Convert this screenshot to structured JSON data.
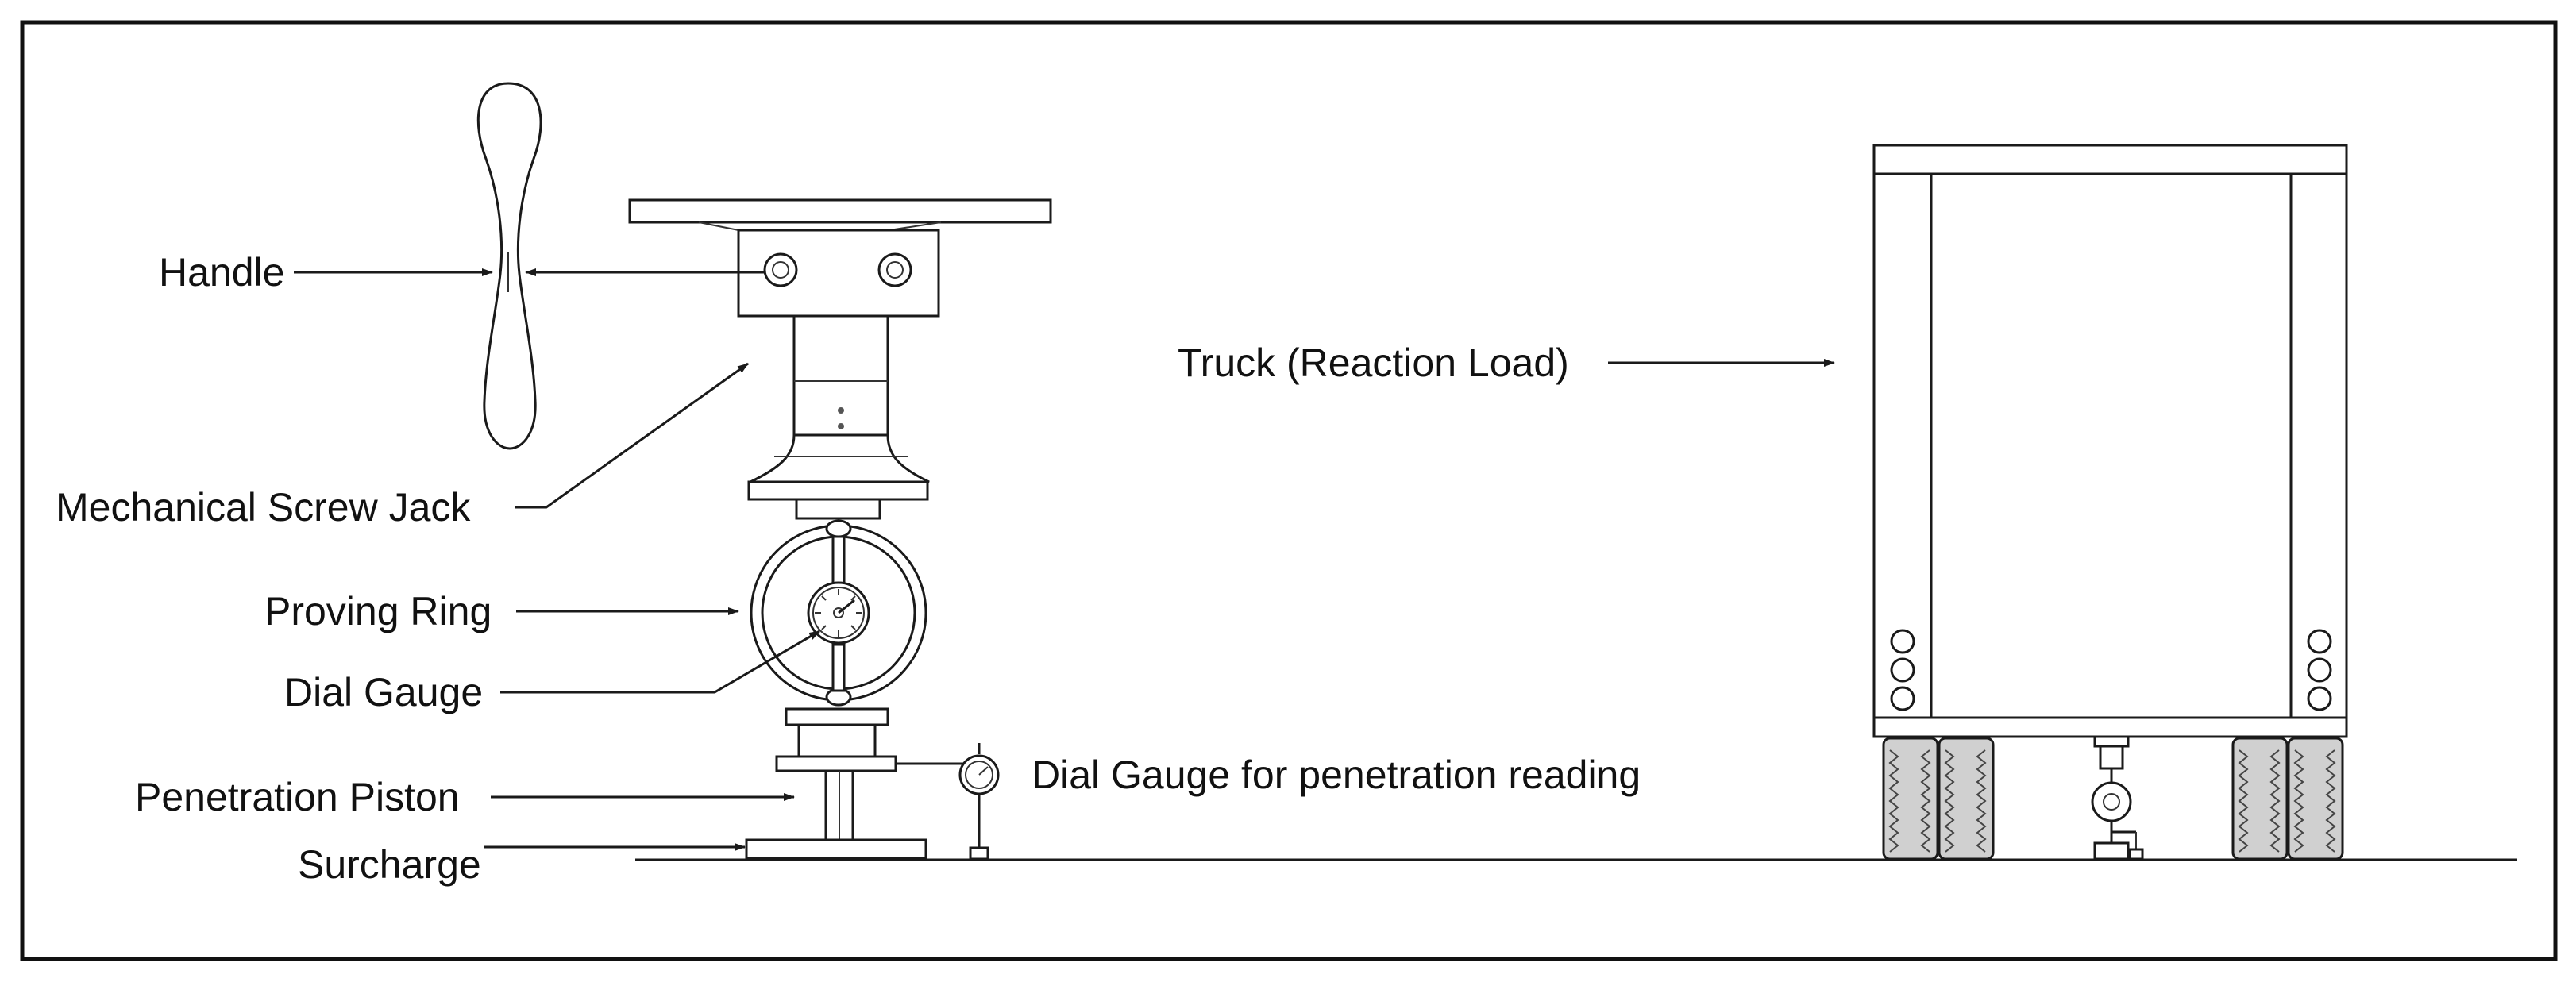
{
  "labels": {
    "handle": "Handle",
    "screw_jack": "Mechanical Screw Jack",
    "proving_ring": "Proving Ring",
    "dial_gauge": "Dial Gauge",
    "penetration_piston": "Penetration Piston",
    "surcharge": "Surcharge",
    "dial_gauge_penetration": "Dial Gauge for penetration reading",
    "truck": "Truck (Reaction Load)"
  },
  "colors": {
    "line": "#1a1a1a",
    "tire_fill": "#d0d0d0",
    "background": "#ffffff"
  }
}
